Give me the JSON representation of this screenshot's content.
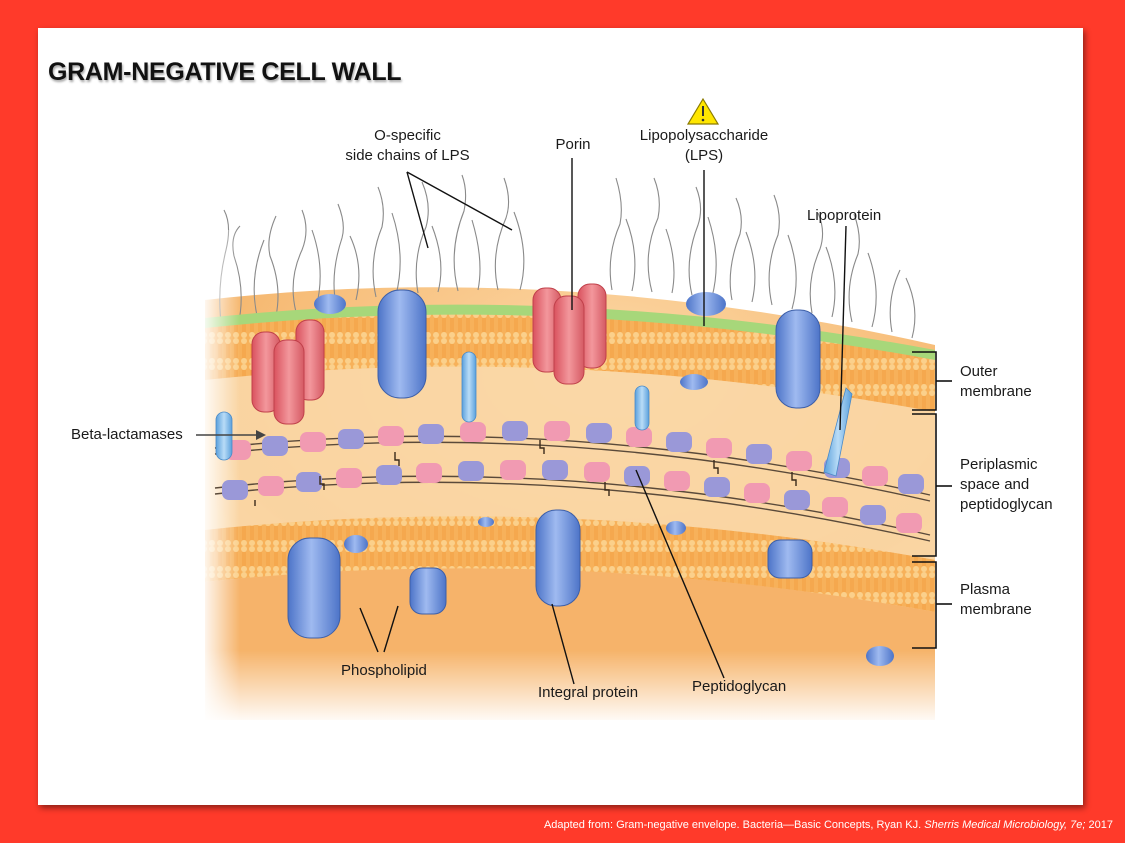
{
  "title": "GRAM-NEGATIVE CELL WALL",
  "labels": {
    "o_specific_1": "O-specific",
    "o_specific_2": "side chains of LPS",
    "porin": "Porin",
    "lps_1": "Lipopolysaccharide",
    "lps_2": "(LPS)",
    "lipoprotein": "Lipoprotein",
    "beta_lactamases": "Beta-lactamases",
    "outer_membrane_1": "Outer",
    "outer_membrane_2": "membrane",
    "periplasmic_1": "Periplasmic",
    "periplasmic_2": "space and",
    "periplasmic_3": "peptidoglycan",
    "plasma_1": "Plasma",
    "plasma_2": "membrane",
    "phospholipid": "Phospholipid",
    "integral_protein": "Integral protein",
    "peptidoglycan": "Peptidoglycan"
  },
  "warning_icon": "warning-triangle-icon",
  "footer": {
    "prefix": "Adapted from: Gram-negative envelope. Bacteria—Basic Concepts, Ryan KJ.",
    "journal": "Sherris Medical Microbiology, 7e;",
    "year": "2017"
  },
  "colors": {
    "frame": "#ff3a2a",
    "membrane": "#f7b15a",
    "lps_band": "#a7d77a",
    "porin": "#e8727a",
    "blue_protein": "#6a8fd8",
    "peptide_pink": "#f19ab2",
    "peptide_purple": "#9a98d8"
  }
}
